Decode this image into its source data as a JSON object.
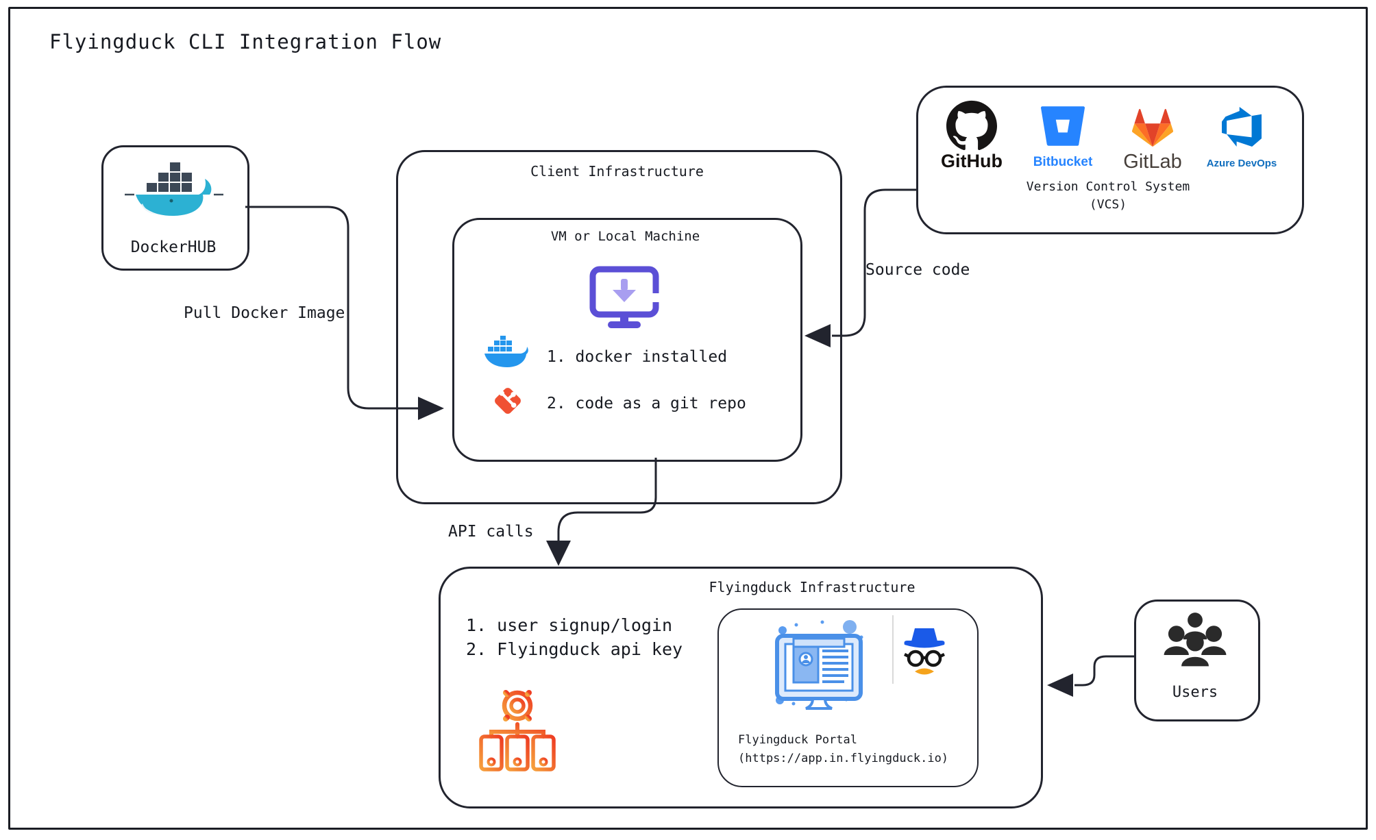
{
  "diagram": {
    "title": "Flyingduck CLI Integration Flow"
  },
  "nodes": {
    "dockerhub": {
      "label": "DockerHUB",
      "icon": "docker-whale-icon"
    },
    "client_infra": {
      "label": "Client Infrastructure",
      "vm": {
        "label": "VM or Local Machine",
        "icon": "monitor-download-icon",
        "items": [
          {
            "icon": "docker-icon",
            "text": "1. docker installed"
          },
          {
            "icon": "git-icon",
            "text": "2. code as a git repo"
          }
        ]
      }
    },
    "vcs": {
      "providers": [
        {
          "name": "GitHub",
          "icon": "github-icon"
        },
        {
          "name": "Bitbucket",
          "icon": "bitbucket-icon"
        },
        {
          "name": "GitLab",
          "icon": "gitlab-icon"
        },
        {
          "name": "Azure DevOps",
          "icon": "azure-devops-icon"
        }
      ],
      "caption_line1": "Version Control System",
      "caption_line2": "(VCS)"
    },
    "flyingduck_infra": {
      "label": "Flyingduck Infrastructure",
      "items": [
        "1. user signup/login",
        "2. Flyingduck api key"
      ],
      "icon": "server-cluster-gear-icon",
      "portal": {
        "icon_left": "portal-dashboard-icon",
        "icon_right": "duck-incognito-icon",
        "caption_line1": "Flyingduck Portal",
        "caption_line2": "(https://app.in.flyingduck.io)"
      }
    },
    "users": {
      "label": "Users",
      "icon": "users-group-icon"
    }
  },
  "edges": {
    "pull_docker_image": "Pull Docker Image",
    "source_code": "Source code",
    "api_calls": "API calls"
  },
  "colors": {
    "line": "#22242e",
    "docker_blue": "#2496ed",
    "docker_teal": "#2cb1d3",
    "git_orange": "#f05133",
    "monitor_purple": "#5b4fd6",
    "monitor_purple_light": "#a89ef0",
    "github_black": "#171515",
    "bitbucket_blue": "#2684ff",
    "gitlab_orange": "#fc6d26",
    "gitlab_red": "#e24329",
    "gitlab_yellow": "#fca326",
    "azure_blue": "#0078d4",
    "cluster_gradient_start": "#f6a13c",
    "cluster_gradient_end": "#ee3d23",
    "portal_blue": "#4a90e8",
    "hat_blue": "#1a5ae8",
    "beak_orange": "#f5a31c"
  }
}
